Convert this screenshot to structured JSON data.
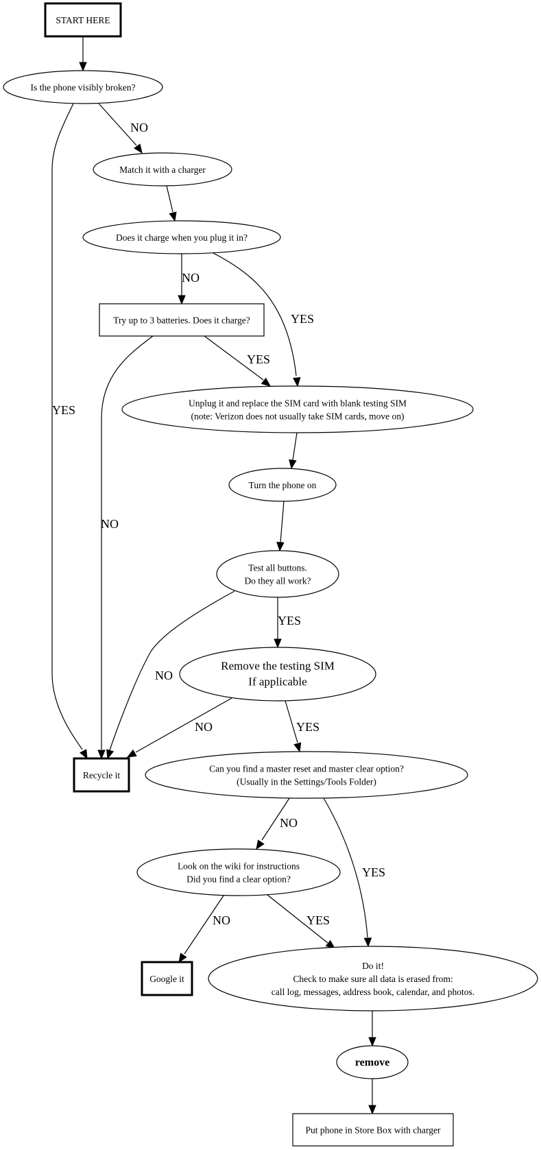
{
  "diagram": {
    "type": "flowchart",
    "nodes": {
      "start": {
        "label": [
          "START HERE"
        ],
        "shape": "box-bold"
      },
      "broken": {
        "label": [
          "Is the phone visibly broken?"
        ],
        "shape": "ellipse"
      },
      "charger": {
        "label": [
          "Match it with a charger"
        ],
        "shape": "ellipse"
      },
      "charge": {
        "label": [
          "Does it charge when you plug it in?"
        ],
        "shape": "ellipse"
      },
      "batteries": {
        "label": [
          "Try up to 3 batteries. Does it charge?"
        ],
        "shape": "box"
      },
      "sim": {
        "label": [
          "Unplug it and replace the SIM card with blank testing SIM",
          "(note: Verizon does not usually take SIM cards, move on)"
        ],
        "shape": "ellipse"
      },
      "turnon": {
        "label": [
          "Turn the phone on"
        ],
        "shape": "ellipse"
      },
      "buttons": {
        "label": [
          "Test all buttons.",
          "Do they all work?"
        ],
        "shape": "ellipse"
      },
      "removesim": {
        "label": [
          "Remove the testing SIM",
          "If applicable"
        ],
        "shape": "ellipse"
      },
      "recycle": {
        "label": [
          "Recycle it"
        ],
        "shape": "box-bold"
      },
      "reset": {
        "label": [
          "Can you find a master reset and master clear option?",
          "(Usually in the Settings/Tools Folder)"
        ],
        "shape": "ellipse"
      },
      "wiki": {
        "label": [
          "Look on the wiki for instructions",
          "Did you find a clear option?"
        ],
        "shape": "ellipse"
      },
      "google": {
        "label": [
          "Google it"
        ],
        "shape": "box-bold"
      },
      "doit": {
        "label": [
          "Do it!",
          "Check to make sure all data is erased from:",
          "call log, messages, address book, calendar, and photos."
        ],
        "shape": "ellipse"
      },
      "remove": {
        "label": [
          "remove"
        ],
        "shape": "ellipse"
      },
      "storebox": {
        "label": [
          "Put phone in Store Box with charger"
        ],
        "shape": "box"
      }
    },
    "edges": [
      {
        "from": "start",
        "to": "broken",
        "label": ""
      },
      {
        "from": "broken",
        "to": "charger",
        "label": "NO"
      },
      {
        "from": "broken",
        "to": "recycle",
        "label": "YES"
      },
      {
        "from": "charger",
        "to": "charge",
        "label": ""
      },
      {
        "from": "charge",
        "to": "batteries",
        "label": "NO"
      },
      {
        "from": "charge",
        "to": "sim",
        "label": "YES"
      },
      {
        "from": "batteries",
        "to": "sim",
        "label": "YES"
      },
      {
        "from": "batteries",
        "to": "recycle",
        "label": "NO"
      },
      {
        "from": "sim",
        "to": "turnon",
        "label": ""
      },
      {
        "from": "turnon",
        "to": "buttons",
        "label": ""
      },
      {
        "from": "buttons",
        "to": "removesim",
        "label": "YES"
      },
      {
        "from": "buttons",
        "to": "recycle",
        "label": "NO"
      },
      {
        "from": "removesim",
        "to": "recycle",
        "label": "NO"
      },
      {
        "from": "removesim",
        "to": "reset",
        "label": "YES"
      },
      {
        "from": "reset",
        "to": "wiki",
        "label": "NO"
      },
      {
        "from": "reset",
        "to": "doit",
        "label": "YES"
      },
      {
        "from": "wiki",
        "to": "google",
        "label": "NO"
      },
      {
        "from": "wiki",
        "to": "doit",
        "label": "YES"
      },
      {
        "from": "doit",
        "to": "remove",
        "label": ""
      },
      {
        "from": "remove",
        "to": "storebox",
        "label": ""
      }
    ]
  }
}
